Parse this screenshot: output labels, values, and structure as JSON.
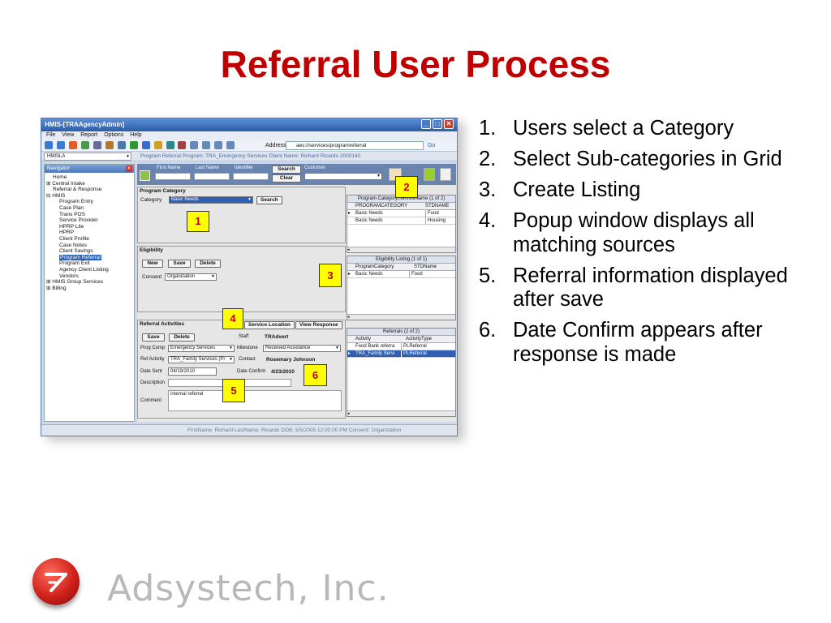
{
  "slide": {
    "title": "Referral User Process",
    "company": "Adsystech, Inc.",
    "steps": [
      {
        "num": "1.",
        "text": "Users select a Category"
      },
      {
        "num": "2.",
        "text": "Select Sub-categories in Grid"
      },
      {
        "num": "3.",
        "text": "Create Listing"
      },
      {
        "num": "4.",
        "text": "Popup window displays all matching sources"
      },
      {
        "num": "5.",
        "text": "Referral information displayed after save"
      },
      {
        "num": "6.",
        "text": "Date Confirm appears after response is made"
      }
    ]
  },
  "window": {
    "title": "HMIS-[TRAAgencyAdmin]",
    "menu": [
      "File",
      "View",
      "Report",
      "Options",
      "Help"
    ],
    "address_label": "Address",
    "address_value": "aes://services/programreferral",
    "go_label": "Go",
    "crumb_select": "HMISLA",
    "crumb_text": "Program Referral    Program:  TRA_Emergency Services    Client Name:  Richard Ricardo 2000140"
  },
  "navigator": {
    "title": "Navigator",
    "items": [
      "Home",
      "Central Intake",
      "Referral & Response",
      "HMIS",
      "Program Entry",
      "Case Plan",
      "Trans POS",
      "Service Provider",
      "HPRP Lite",
      "HPRP",
      "Client Profile",
      "Case Notes",
      "Client Savings",
      "Program Referral",
      "Program Exit",
      "Agency Client Listing",
      "Vendors",
      "HMIS Group Services",
      "Billing"
    ]
  },
  "search": {
    "first_name": "First Name",
    "last_name": "Last Name",
    "identifier": "Identifier",
    "search_btn": "Search",
    "clear_btn": "Clear",
    "customer": "Customer"
  },
  "program_category": {
    "header": "Program Category",
    "category_label": "Category",
    "category_value": "Basic Needs",
    "search_btn": "Search",
    "grid_title": "Program Category/ServiceName  (1 of 2)",
    "grid_cols": [
      "PROGRAMCATEGORY",
      "STDNAME"
    ],
    "grid_rows": [
      [
        "Basic Needs",
        "Food"
      ],
      [
        "Basic Needs",
        "Housing"
      ]
    ]
  },
  "eligibility": {
    "header": "Eligibility",
    "new_btn": "New",
    "save_btn": "Save",
    "delete_btn": "Delete",
    "consent_label": "Consent",
    "consent_value": "Organization",
    "grid_title": "Eligibility Listing  (1 of 1)",
    "grid_cols": [
      "ProgramCategory",
      "STDName"
    ],
    "grid_rows": [
      [
        "Basic Needs",
        "Food"
      ]
    ]
  },
  "referral": {
    "header": "Referral Activities",
    "service_location_btn": "Service Location",
    "view_response_btn": "View Response",
    "save_btn": "Save",
    "delete_btn": "Delete",
    "staff_label": "Staff",
    "staff_value": "TRAdvert",
    "prog_comp_label": "Prog Comp",
    "prog_comp_value": "Emergency Services",
    "milestone_label": "Milestone",
    "milestone_value": "Received Assistance",
    "ref_activity_label": "Ref Activity",
    "ref_activity_value": "TRA_Family Services (Pr",
    "contact_label": "Contact",
    "contact_value": "Rosemary Johnson",
    "date_sent_label": "Date Sent",
    "date_sent_value": "04/19/2010",
    "date_confirm_label": "Date Confirm",
    "date_confirm_value": "4/23/2010",
    "description_label": "Description",
    "comment_label": "Comment",
    "comment_value": "internal referral",
    "grid_title": "Referrals  (2 of 2)",
    "grid_cols": [
      "Activity",
      "ActivityType"
    ],
    "grid_rows": [
      [
        "Food Bank referra",
        "PLReferral"
      ],
      [
        "TRA_Family Servi",
        "PLReferral"
      ]
    ]
  },
  "status_bar": "FirstName: Richard    LastName: Ricardo    DOB: 5/5/2005 12:00:00 PM    Consent: Organization",
  "callouts": [
    "1",
    "2",
    "3",
    "4",
    "5",
    "6"
  ],
  "colors": {
    "title": "#c00000",
    "callout_bg": "#ffff00",
    "callout_text": "#c00000",
    "selection": "#2f5fb3"
  }
}
